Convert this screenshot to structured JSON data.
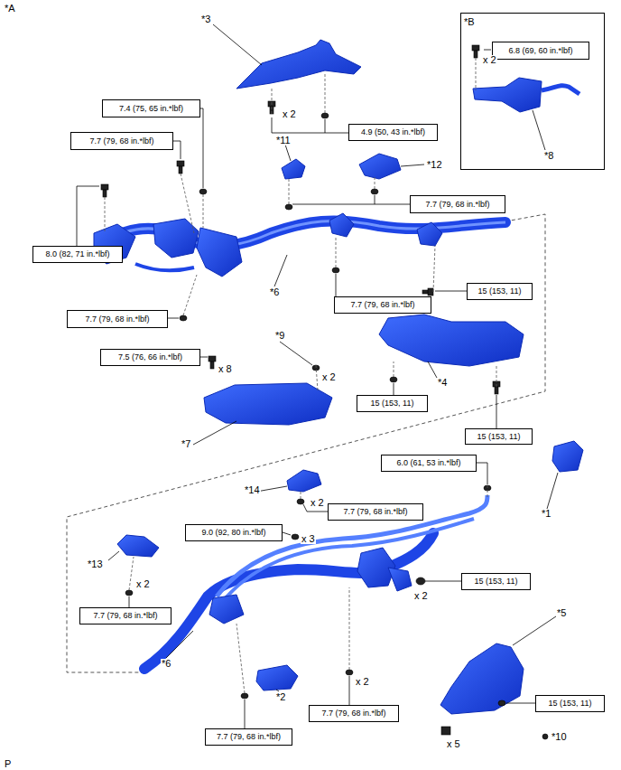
{
  "diagram": {
    "nodes": [
      {
        "text": [
          "7.4 (75, 65 in.*lbf)"
        ]
      },
      {
        "text": [
          "7.7 (79, 68 in.*lbf)"
        ]
      },
      {
        "text": [
          "4.9 (50, 43 in.*lbf)"
        ]
      },
      {
        "text": [
          "*B"
        ]
      },
      {
        "text": [
          "6.8 (69, 60 in.*lbf)"
        ],
        "in": 3
      },
      {
        "text": [
          "7.7 (79, 68 in.*lbf)"
        ]
      },
      {
        "text": [
          "8.0 (82, 71 in.*lbf)"
        ]
      },
      {
        "text": [
          "15 (153, 11)"
        ]
      },
      {
        "text": [
          "7.7 (79, 68 in.*lbf)"
        ]
      },
      {
        "text": [
          "7.7 (79, 68 in.*lbf)"
        ]
      },
      {
        "text": [
          "7.5 (76, 66 in.*lbf)"
        ]
      },
      {
        "text": [
          "15 (153, 11)"
        ]
      },
      {
        "text": [
          "15 (153, 11)"
        ]
      },
      {
        "text": [
          "6.0 (61, 53 in.*lbf)"
        ]
      },
      {
        "text": [
          "7.7 (79, 68 in.*lbf)"
        ]
      },
      {
        "text": [
          "9.0 (92, 80 in.*lbf)"
        ]
      },
      {
        "text": [
          "15 (153, 11)"
        ]
      },
      {
        "text": [
          "7.7 (79, 68 in.*lbf)"
        ]
      },
      {
        "text": [
          "15 (153, 11)"
        ]
      },
      {
        "text": [
          "7.7 (79, 68 in.*lbf)"
        ]
      },
      {
        "text": [
          "7.7 (79, 68 in.*lbf)"
        ]
      }
    ],
    "labels": [
      "*A",
      "*3",
      "x 2",
      "*11",
      "*12",
      "*8",
      "x 2",
      "*6",
      "*9",
      "x 8",
      "x 2",
      "*4",
      "*7",
      "*1",
      "*14",
      "x 2",
      "x 3",
      "*13",
      "x 2",
      "x 2",
      "*6",
      "*2",
      "x 2",
      "*5",
      "x 5",
      "*10",
      "P"
    ]
  }
}
